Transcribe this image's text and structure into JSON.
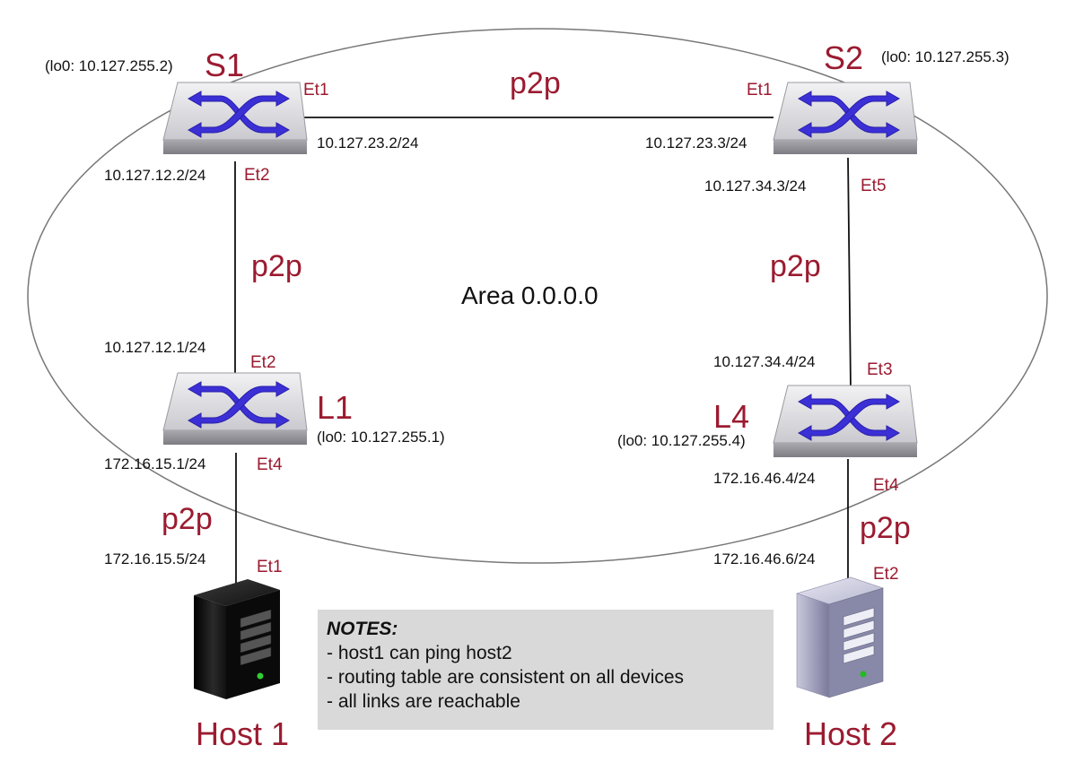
{
  "area_label": "Area 0.0.0.0",
  "devices": {
    "s1": {
      "name": "S1",
      "loopback": "(lo0: 10.127.255.2)"
    },
    "s2": {
      "name": "S2",
      "loopback": "(lo0: 10.127.255.3)"
    },
    "l1": {
      "name": "L1",
      "loopback": "(lo0: 10.127.255.1)"
    },
    "l4": {
      "name": "L4",
      "loopback": "(lo0: 10.127.255.4)"
    },
    "host1": {
      "name": "Host 1"
    },
    "host2": {
      "name": "Host 2"
    }
  },
  "links": {
    "s1_s2": {
      "label": "p2p",
      "s1_port": "Et1",
      "s1_ip": "10.127.23.2/24",
      "s2_port": "Et1",
      "s2_ip": "10.127.23.3/24"
    },
    "s1_l1": {
      "label": "p2p",
      "s1_port": "Et2",
      "s1_ip": "10.127.12.2/24",
      "l1_port": "Et2",
      "l1_ip": "10.127.12.1/24"
    },
    "s2_l4": {
      "label": "p2p",
      "s2_port": "Et5",
      "s2_ip": "10.127.34.3/24",
      "l4_port": "Et3",
      "l4_ip": "10.127.34.4/24"
    },
    "l1_host1": {
      "label": "p2p",
      "l1_port": "Et4",
      "l1_ip": "172.16.15.1/24",
      "host_port": "Et1",
      "host_ip": "172.16.15.5/24"
    },
    "l4_host2": {
      "label": "p2p",
      "l4_port": "Et4",
      "l4_ip": "172.16.46.4/24",
      "host_port": "Et2",
      "host_ip": "172.16.46.6/24"
    }
  },
  "notes": {
    "title": "NOTES:",
    "items": [
      "- host1 can ping host2",
      "- routing table are consistent on all devices",
      "- all links are reachable"
    ]
  },
  "colors": {
    "label_red": "#9b1b30",
    "switch_arrow": "#3b2fd6",
    "notes_bg": "#d9d9d9"
  },
  "icons": {
    "switch": "network-switch-icon",
    "host1": "server-tower-dark-icon",
    "host2": "server-tower-light-icon"
  }
}
